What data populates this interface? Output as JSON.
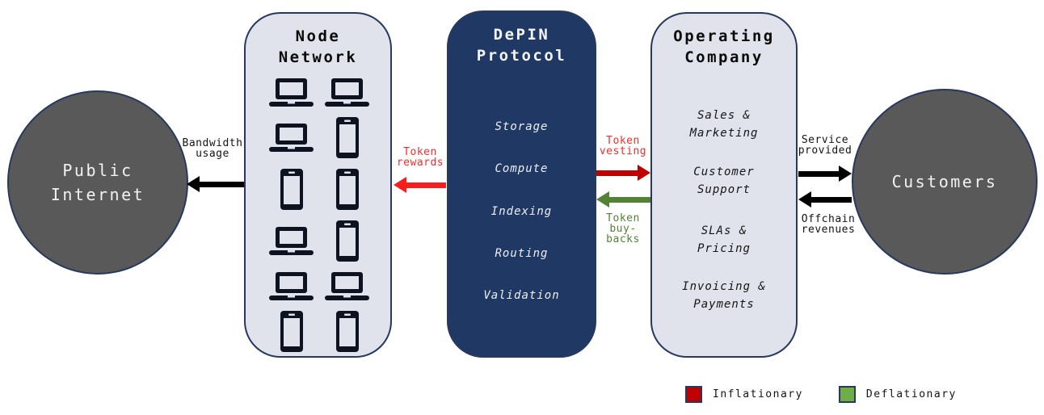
{
  "nodes": {
    "public_internet": {
      "label": "Public\nInternet"
    },
    "node_network": {
      "title": "Node\nNetwork",
      "devices": [
        "laptop",
        "laptop",
        "laptop",
        "phone",
        "phone",
        "phone",
        "laptop",
        "phone",
        "laptop",
        "laptop",
        "phone",
        "phone"
      ]
    },
    "depin_protocol": {
      "title": "DePIN\nProtocol",
      "functions": [
        "Storage",
        "Compute",
        "Indexing",
        "Routing",
        "Validation"
      ]
    },
    "operating_company": {
      "title": "Operating\nCompany",
      "functions": [
        "Sales &\nMarketing",
        "Customer\nSupport",
        "SLAs &\nPricing",
        "Invoicing &\nPayments"
      ]
    },
    "customers": {
      "label": "Customers"
    }
  },
  "flows": {
    "bandwidth_usage": {
      "label": "Bandwidth\nusage",
      "from": "Node Network",
      "to": "Public Internet",
      "label_color": "#141414",
      "arrow_color": "#000000"
    },
    "token_rewards": {
      "label": "Token\nrewards",
      "from": "DePIN Protocol",
      "to": "Node Network",
      "label_color": "#fb2b2b",
      "arrow_color": "#f91d1d"
    },
    "token_vesting": {
      "label": "Token\nvesting",
      "from": "DePIN Protocol",
      "to": "Operating Company",
      "label_color": "#fb2b2b",
      "arrow_color": "#c00000"
    },
    "token_buybacks": {
      "label": "Token\nbuy-\nbacks",
      "from": "Operating Company",
      "to": "DePIN Protocol",
      "label_color": "#548235",
      "arrow_color": "#548235"
    },
    "service_provided": {
      "label": "Service\nprovided",
      "from": "Operating Company",
      "to": "Customers",
      "label_color": "#141414",
      "arrow_color": "#000000"
    },
    "offchain_revenues": {
      "label": "Offchain\nrevenues",
      "from": "Customers",
      "to": "Operating Company",
      "label_color": "#141414",
      "arrow_color": "#000000"
    }
  },
  "legend": {
    "items": [
      {
        "label": "Inflationary",
        "color": "#c00000"
      },
      {
        "label": "Deflationary",
        "color": "#70ad47"
      }
    ]
  },
  "colors": {
    "background": "#ffffff",
    "box_fill": "#e0e3eb",
    "protocol_fill": "#1f3864",
    "border_navy": "#27395e",
    "circle_fill": "#595959",
    "device_glyph": "#0d1321"
  }
}
